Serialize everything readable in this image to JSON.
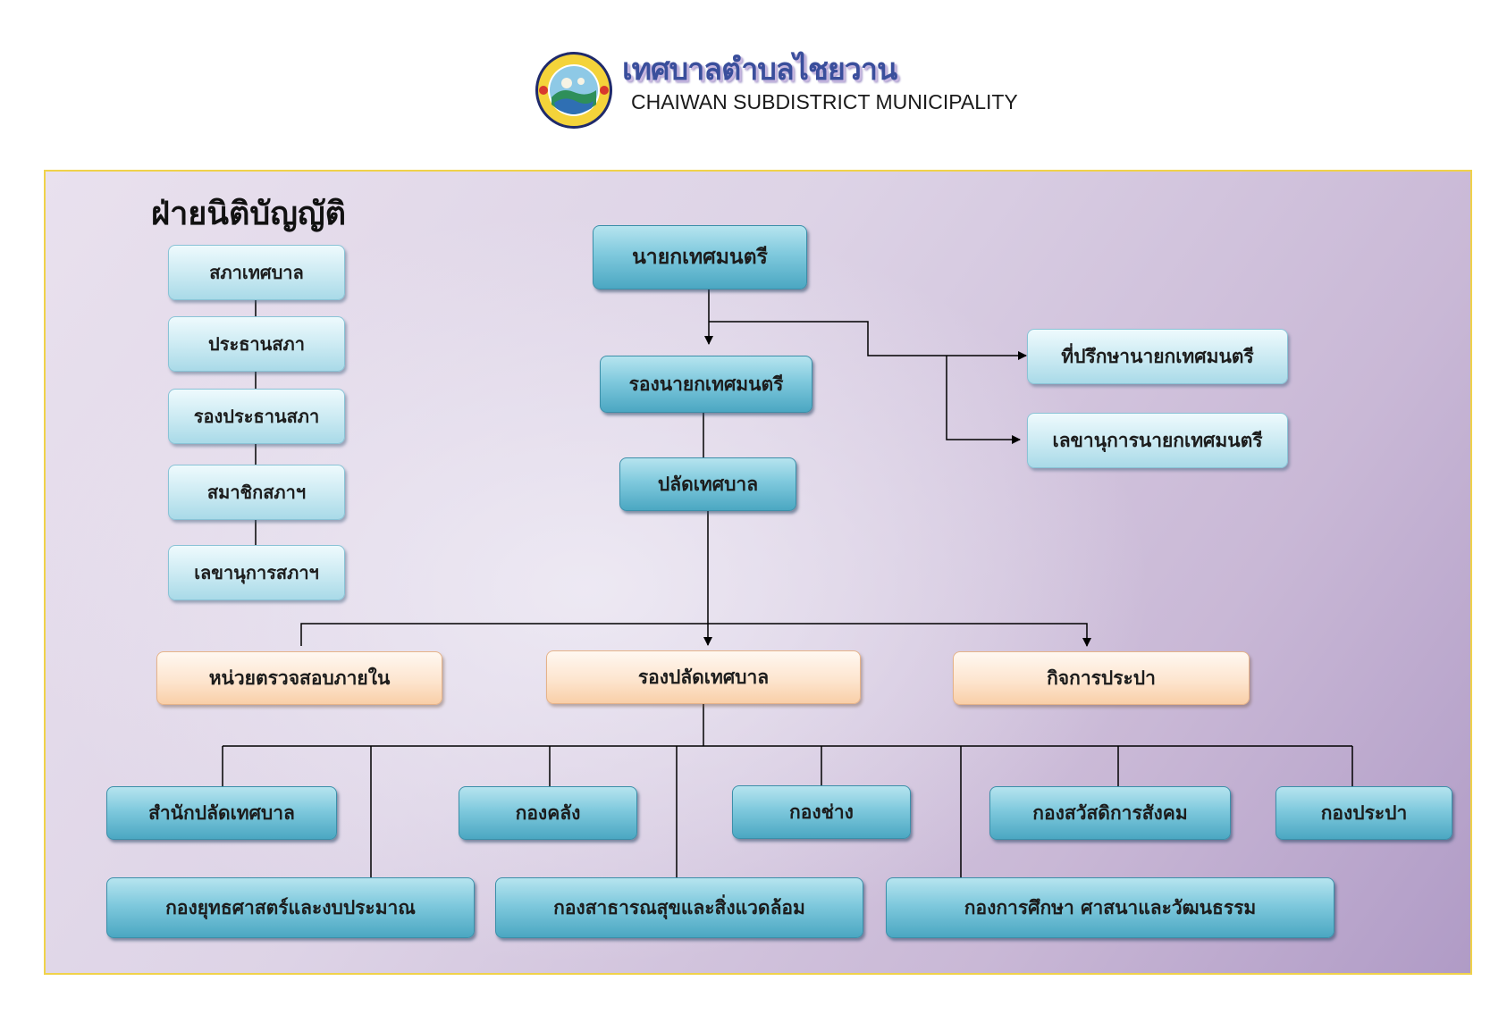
{
  "header": {
    "title_th": "เทศบาลตำบลไชยวาน",
    "title_en": "CHAIWAN SUBDISTRICT MUNICIPALITY",
    "logo_icon": "municipal-seal-icon"
  },
  "legislative": {
    "heading": "ฝ่ายนิติบัญญัติ",
    "council": "สภาเทศบาล",
    "chair": "ประธานสภา",
    "vice_chair": "รองประธานสภา",
    "members": "สมาชิกสภาฯ",
    "secretary": "เลขานุการสภาฯ"
  },
  "executive": {
    "mayor": "นายกเทศมนตรี",
    "deputy_mayor": "รองนายกเทศมนตรี",
    "advisor": "ที่ปรึกษานายกเทศมนตรี",
    "mayor_secretary": "เลขานุการนายกเทศมนตรี",
    "clerk": "ปลัดเทศบาล"
  },
  "units": {
    "internal_audit": "หน่วยตรวจสอบภายใน",
    "deputy_clerk": "รองปลัดเทศบาล",
    "water_works": "กิจการประปา"
  },
  "divisions": {
    "clerk_office": "สำนักปลัดเทศบาล",
    "finance": "กองคลัง",
    "engineering": "กองช่าง",
    "social_welfare": "กองสวัสดิการสังคม",
    "water_supply": "กองประปา",
    "strategy_budget": "กองยุทธศาสตร์และงบประมาณ",
    "public_health": "กองสาธารณสุขและสิ่งแวดล้อม",
    "education": "กองการศึกษา ศาสนาและวัฒนธรรม"
  },
  "colors": {
    "panel_border": "#f0d24a",
    "teal_box": "#5fb6cf",
    "light_box": "#cdebf3",
    "peach_box": "#fde5cf",
    "title_blue": "#3a4f9c"
  }
}
